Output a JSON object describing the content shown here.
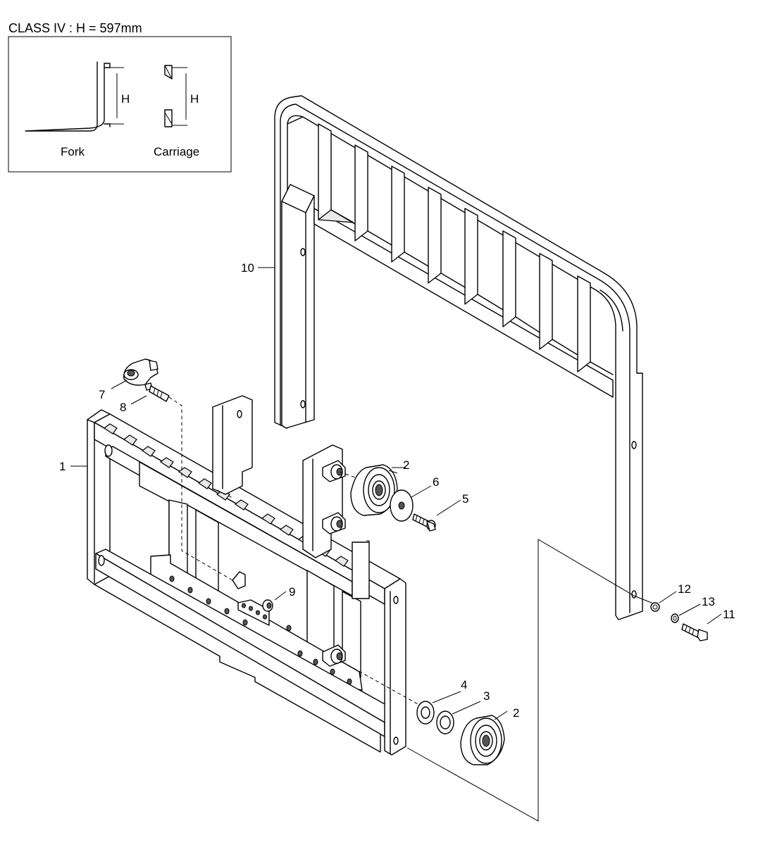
{
  "title": "CLASS IV : H = 597mm",
  "inset": {
    "fork_label": "Fork",
    "carriage_label": "Carriage",
    "dimension_label": "H"
  },
  "callouts": [
    {
      "id": "1",
      "text": "1"
    },
    {
      "id": "2a",
      "text": "2"
    },
    {
      "id": "2b",
      "text": "2"
    },
    {
      "id": "3",
      "text": "3"
    },
    {
      "id": "4",
      "text": "4"
    },
    {
      "id": "5",
      "text": "5"
    },
    {
      "id": "6",
      "text": "6"
    },
    {
      "id": "7",
      "text": "7"
    },
    {
      "id": "8",
      "text": "8"
    },
    {
      "id": "9",
      "text": "9"
    },
    {
      "id": "10",
      "text": "10"
    },
    {
      "id": "11",
      "text": "11"
    },
    {
      "id": "12",
      "text": "12"
    },
    {
      "id": "13",
      "text": "13"
    }
  ]
}
